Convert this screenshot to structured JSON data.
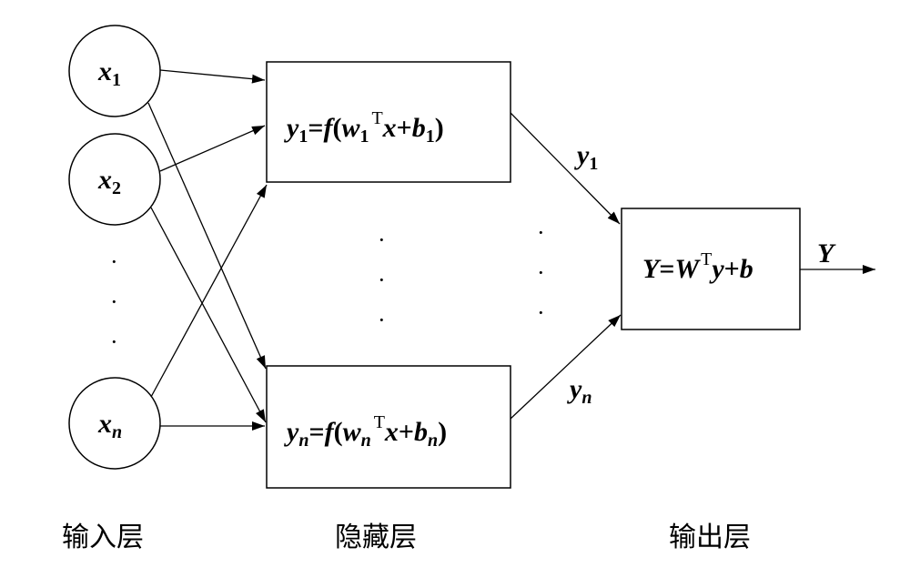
{
  "input_layer": {
    "label": "输入层",
    "nodes": [
      {
        "base": "x",
        "sub": "1"
      },
      {
        "base": "x",
        "sub": "2"
      },
      {
        "base": "x",
        "sub": "n"
      }
    ],
    "ellipsis": "·"
  },
  "hidden_layer": {
    "label": "隐藏层",
    "neurons": [
      {
        "y": "y",
        "y_sub": "1",
        "eq": "=",
        "f": "f",
        "open": "(",
        "w": "w",
        "w_sub": "1",
        "sup": "T",
        "x": "x",
        "plus": "+",
        "b": "b",
        "b_sub": "1",
        "close": ")"
      },
      {
        "y": "y",
        "y_sub": "n",
        "eq": "=",
        "f": "f",
        "open": "(",
        "w": "w",
        "w_sub": "n",
        "sup": "T",
        "x": "x",
        "plus": "+",
        "b": "b",
        "b_sub": "n",
        "close": ")"
      }
    ],
    "ellipsis": "·"
  },
  "edge_labels": {
    "y1": {
      "base": "y",
      "sub": "1"
    },
    "yn": {
      "base": "y",
      "sub": "n"
    }
  },
  "output_layer": {
    "label": "输出层",
    "equation": {
      "Y": "Y",
      "eq": "=",
      "W": "W",
      "sup": "T",
      "y": "y",
      "plus": "+",
      "b": "b"
    },
    "output_symbol": "Y"
  },
  "colors": {
    "stroke": "#000000",
    "background": "#ffffff"
  }
}
